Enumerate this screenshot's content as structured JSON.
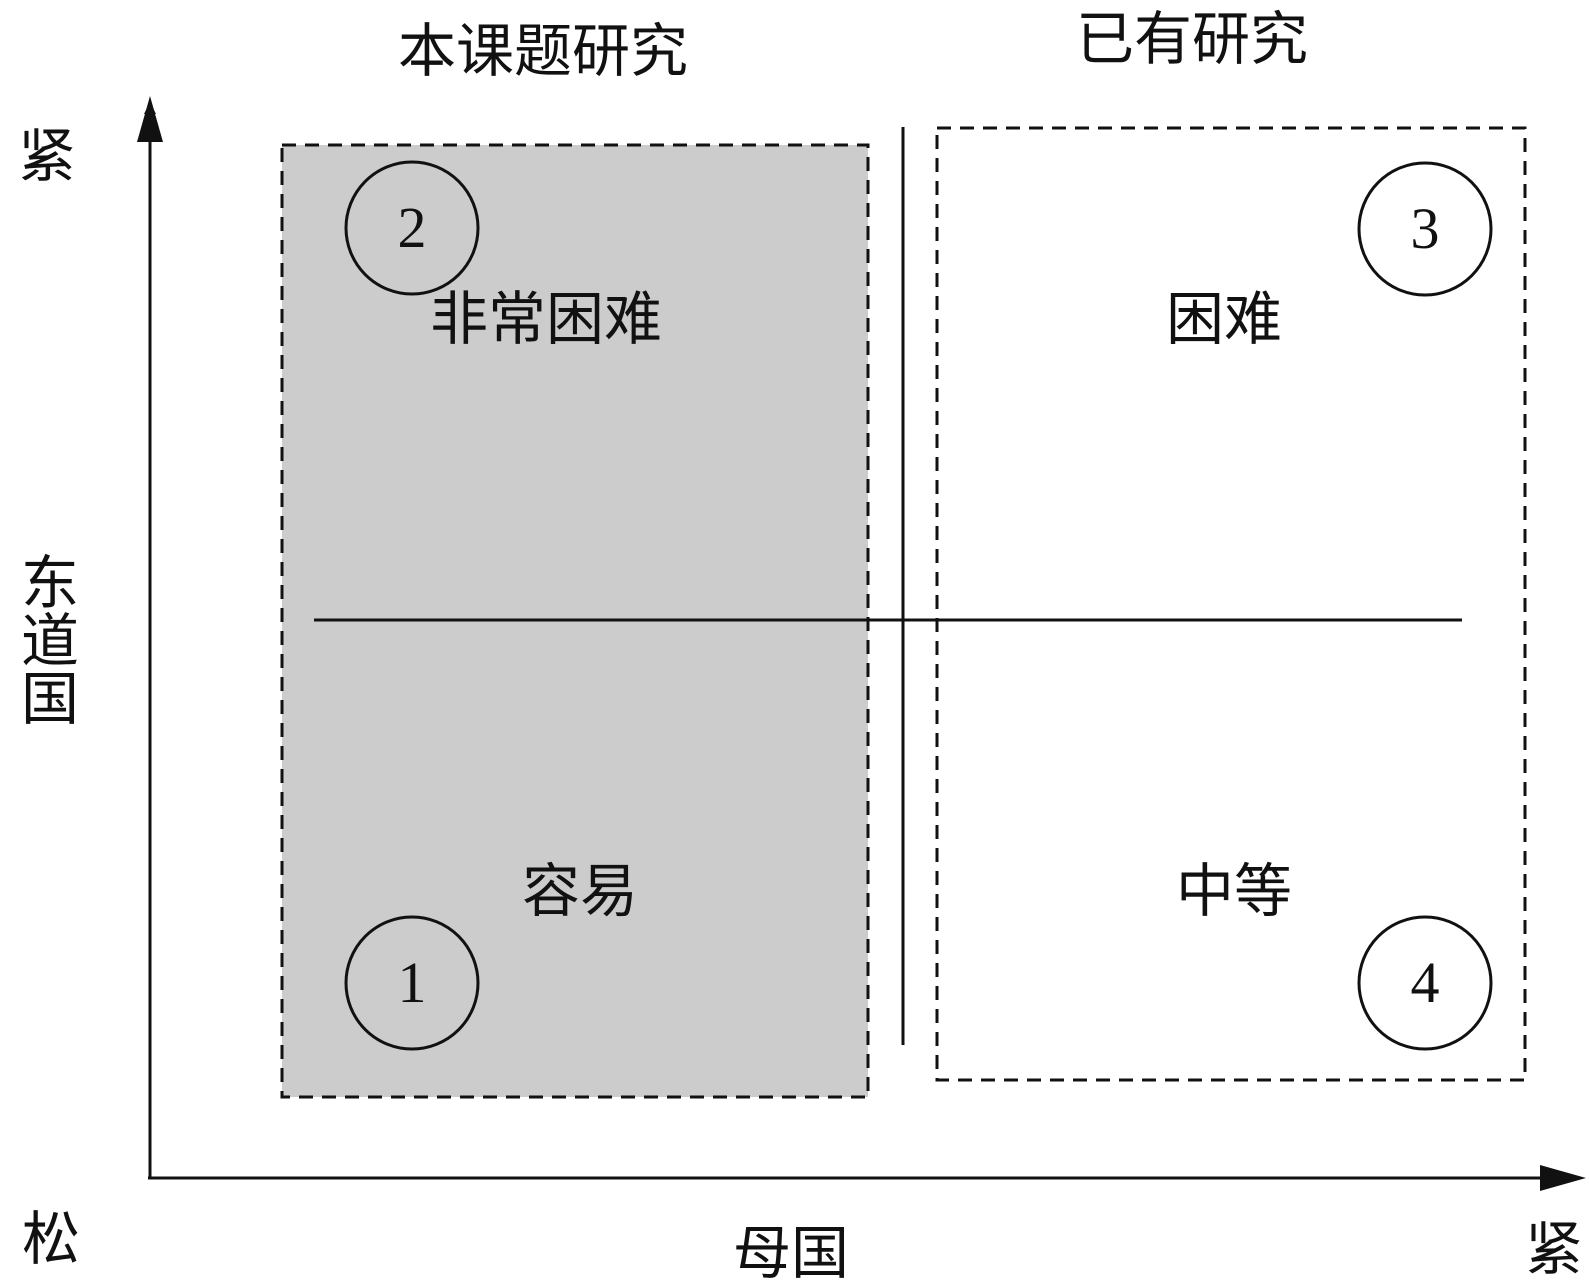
{
  "header": {
    "left_title": "本课题研究",
    "right_title": "已有研究"
  },
  "axes": {
    "y_label": "东道国",
    "y_top": "紧",
    "x_label": "母国",
    "x_right": "紧",
    "origin": "松"
  },
  "quadrants": {
    "top_left": {
      "number": "2",
      "label": "非常困难"
    },
    "bottom_left": {
      "number": "1",
      "label": "容易"
    },
    "top_right": {
      "number": "3",
      "label": "困难"
    },
    "bottom_right": {
      "number": "4",
      "label": "中等"
    }
  },
  "colors": {
    "highlight_fill": "#cccccc",
    "stroke": "#111111"
  }
}
